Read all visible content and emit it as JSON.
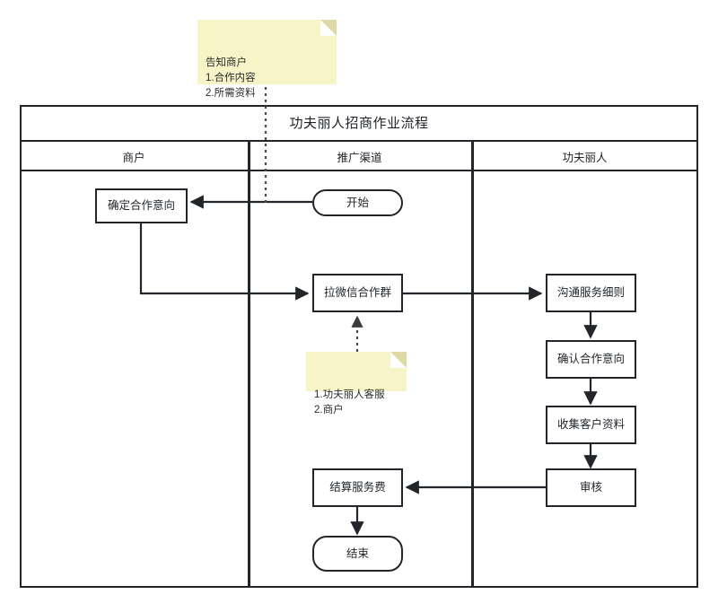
{
  "diagram": {
    "title": "功夫丽人招商作业流程",
    "type": "swimlane-flowchart",
    "lanes": [
      {
        "id": "lane-merchant",
        "label": "商户"
      },
      {
        "id": "lane-channel",
        "label": "推广渠道"
      },
      {
        "id": "lane-kungfu",
        "label": "功夫丽人"
      }
    ],
    "notes": [
      {
        "id": "note-top",
        "text": "告知商户\n1.合作内容\n2.所需资料",
        "fill": "#f7f4c8",
        "attaches_to": "开始"
      },
      {
        "id": "note-middle",
        "text": "1.功夫丽人客服\n2.商户",
        "fill": "#f7f4c8",
        "attaches_to": "拉微信合作群"
      }
    ],
    "nodes": [
      {
        "id": "node-start",
        "label": "开始",
        "shape": "terminator",
        "lane": "推广渠道"
      },
      {
        "id": "node-intent",
        "label": "确定合作意向",
        "shape": "process",
        "lane": "商户"
      },
      {
        "id": "node-wechat",
        "label": "拉微信合作群",
        "shape": "process",
        "lane": "推广渠道"
      },
      {
        "id": "node-detail",
        "label": "沟通服务细则",
        "shape": "process",
        "lane": "功夫丽人"
      },
      {
        "id": "node-confirm",
        "label": "确认合作意向",
        "shape": "process",
        "lane": "功夫丽人"
      },
      {
        "id": "node-collect",
        "label": "收集客户资料",
        "shape": "process",
        "lane": "功夫丽人"
      },
      {
        "id": "node-review",
        "label": "审核",
        "shape": "process",
        "lane": "功夫丽人"
      },
      {
        "id": "node-settle",
        "label": "结算服务费",
        "shape": "process",
        "lane": "推广渠道"
      },
      {
        "id": "node-end",
        "label": "结束",
        "shape": "terminator",
        "lane": "推广渠道"
      }
    ],
    "edges": [
      {
        "from": "开始",
        "to": "确定合作意向",
        "style": "solid"
      },
      {
        "from": "确定合作意向",
        "to": "拉微信合作群",
        "style": "solid"
      },
      {
        "from": "拉微信合作群",
        "to": "沟通服务细则",
        "style": "solid"
      },
      {
        "from": "沟通服务细则",
        "to": "确认合作意向",
        "style": "solid"
      },
      {
        "from": "确认合作意向",
        "to": "收集客户资料",
        "style": "solid"
      },
      {
        "from": "收集客户资料",
        "to": "审核",
        "style": "solid"
      },
      {
        "from": "审核",
        "to": "结算服务费",
        "style": "solid"
      },
      {
        "from": "结算服务费",
        "to": "结束",
        "style": "solid"
      },
      {
        "from": "告知商户备注",
        "to": "开始",
        "style": "dashed"
      },
      {
        "from": "客服商户备注",
        "to": "拉微信合作群",
        "style": "dashed"
      }
    ],
    "colors": {
      "stroke": "#22262b",
      "note_fill": "#f7f4c8",
      "note_fold": "#ded9a5",
      "background": "#ffffff"
    }
  }
}
